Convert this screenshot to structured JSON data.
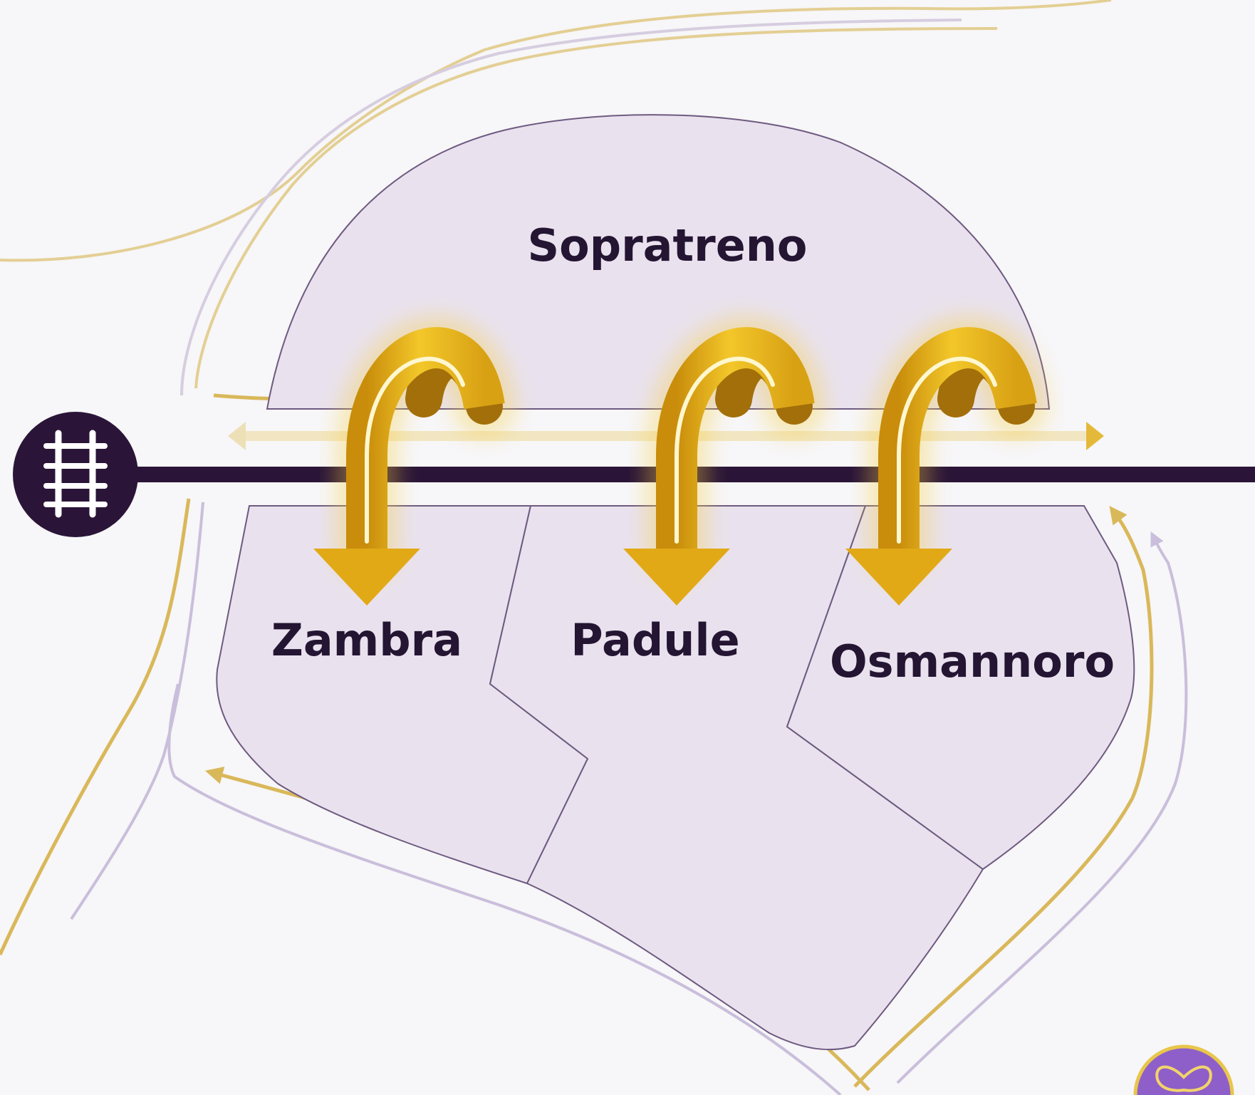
{
  "areas": {
    "top": "Sopratreno",
    "bottom": [
      "Zambra",
      "Padule",
      "Osmannoro"
    ]
  },
  "icons": {
    "railway": "railway-track-icon",
    "connector": "curved-overpass-arrow-icon",
    "badge": "butterfly-badge-icon"
  },
  "colors": {
    "zone_fill": "#e9e2ee",
    "zone_border": "#6e5a80",
    "rail_line": "#2a1538",
    "connector_gold": "#e2b11e",
    "road_gold": "#d9b85a",
    "road_lilac": "#c9bedb",
    "badge_purple": "#8e5fc9"
  }
}
